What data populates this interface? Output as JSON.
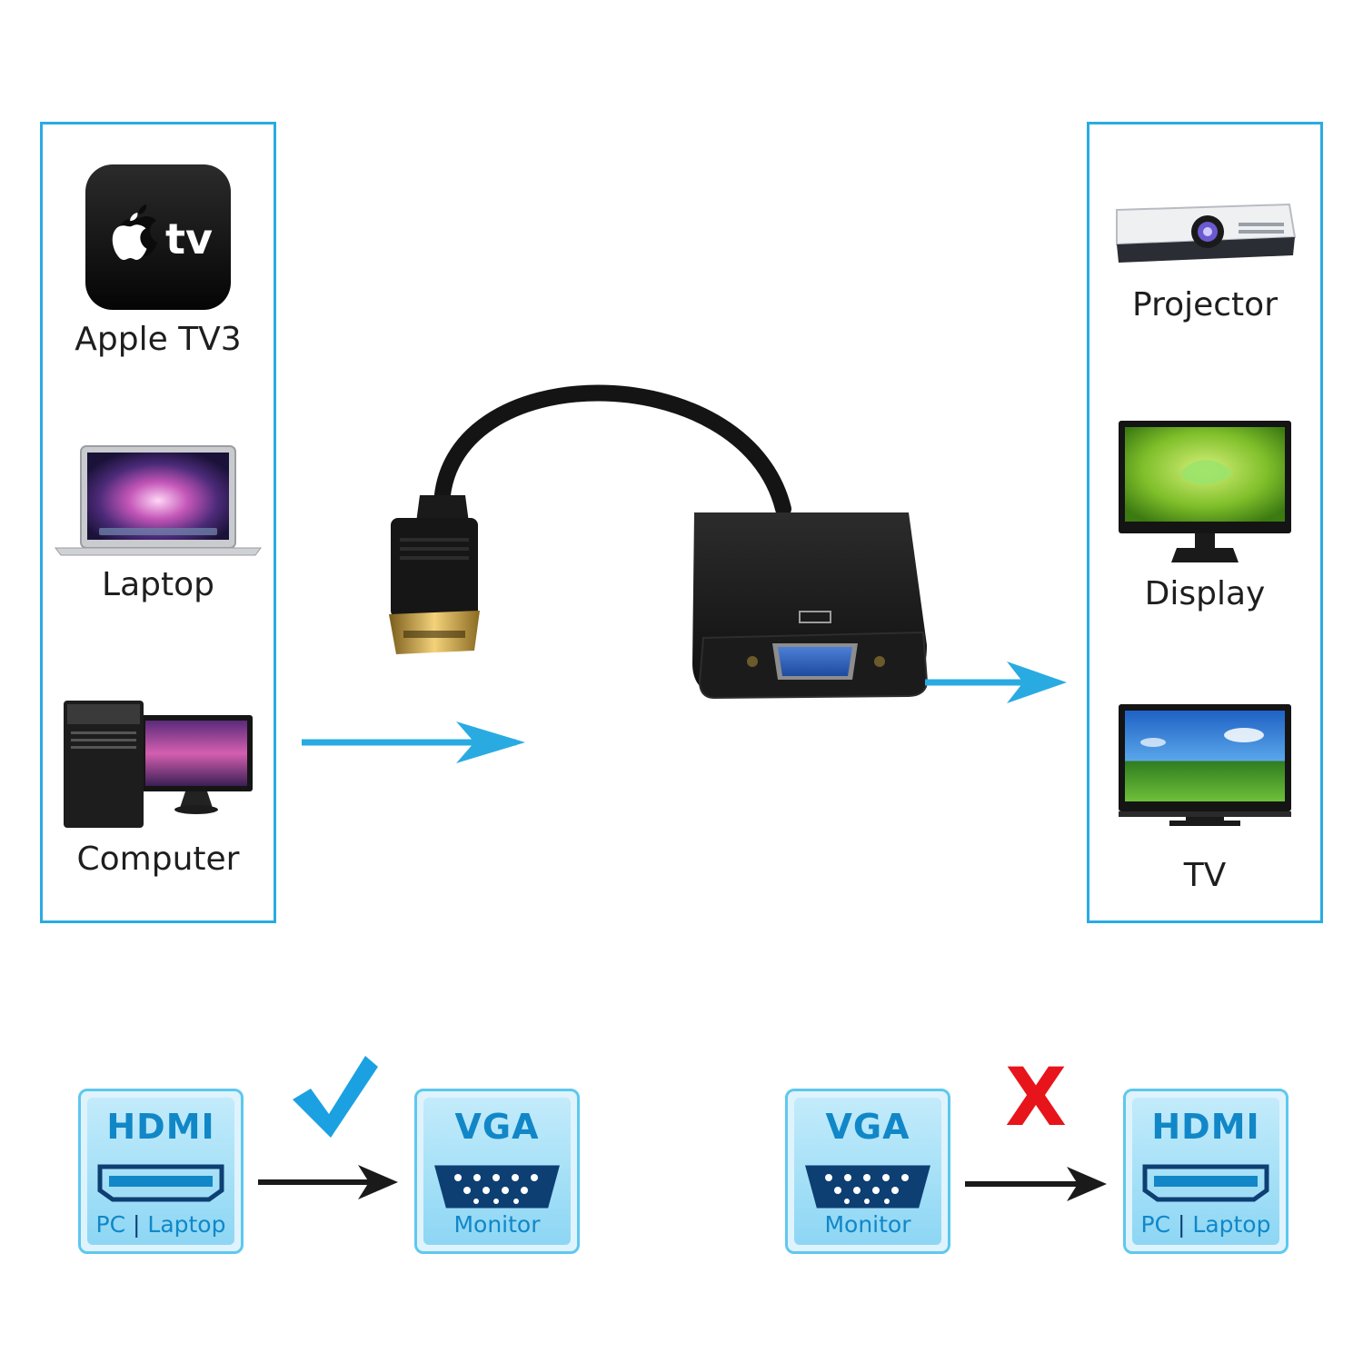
{
  "sources": {
    "items": [
      {
        "label": "Apple TV3",
        "icon": "apple-tv-icon",
        "logo_text": "tv"
      },
      {
        "label": "Laptop",
        "icon": "laptop-icon"
      },
      {
        "label": "Computer",
        "icon": "desktop-computer-icon"
      }
    ]
  },
  "destinations": {
    "items": [
      {
        "label": "Projector",
        "icon": "projector-icon"
      },
      {
        "label": "Display",
        "icon": "monitor-icon"
      },
      {
        "label": "TV",
        "icon": "tv-icon"
      }
    ]
  },
  "compatibility": {
    "supported": {
      "from": {
        "title": "HDMI",
        "sub_left": "PC",
        "sub_right": "Laptop"
      },
      "to": {
        "title": "VGA",
        "sub": "Monitor"
      },
      "mark": "check-icon"
    },
    "unsupported": {
      "from": {
        "title": "VGA",
        "sub": "Monitor"
      },
      "to": {
        "title": "HDMI",
        "sub_left": "PC",
        "sub_right": "Laptop"
      },
      "mark_text": "X"
    }
  },
  "colors": {
    "accent": "#29abe2",
    "tile_text": "#1187c7",
    "cross": "#e8141b",
    "arrow_dark": "#1a1a1a"
  }
}
